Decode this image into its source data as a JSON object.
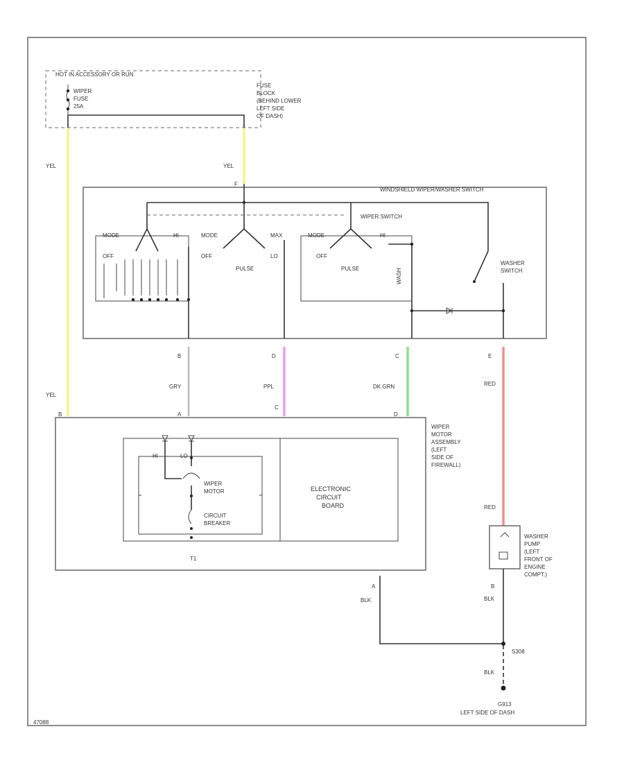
{
  "figure_id": "47088",
  "fuse_block": {
    "title": "HOT IN ACCESSORY OR RUN",
    "fuse_name": "WIPER",
    "fuse_word": "FUSE",
    "fuse_rating": "25A",
    "location": [
      "FUSE",
      "BLOCK",
      "(BEHIND LOWER",
      "LEFT SIDE",
      "OF DASH)"
    ]
  },
  "switch": {
    "title": "WINDSHIELD WIPER/WASHER SWITCH",
    "pin_top": "F",
    "wiper_switch": "WIPER SWITCH",
    "washer_switch": [
      "WASHER",
      "SWITCH"
    ],
    "labels": {
      "mode": "MODE",
      "hi": "HI",
      "off": "OFF",
      "pulse": "PULSE",
      "lo": "LO",
      "max": "MAX",
      "wash": "WASH"
    },
    "pins": [
      "B",
      "D",
      "C",
      "E"
    ]
  },
  "wires": {
    "yel": "YEL",
    "gry": "GRY",
    "ppl": "PPL",
    "dk_grn": "DK GRN",
    "red": "RED",
    "blk": "BLK",
    "colors": {
      "yel": "#f5f58a",
      "ppl": "#f09af0",
      "dk_grn": "#8ee08e",
      "red": "#f08f8f"
    }
  },
  "motor": {
    "location": [
      "WIPER",
      "MOTOR",
      "ASSEMBLY",
      "(LEFT",
      "SIDE OF",
      "FIREWALL)"
    ],
    "pins_top": [
      "B",
      "A",
      "C",
      "D"
    ],
    "hi": "HI",
    "lo": "LO",
    "wiper_motor": [
      "WIPER",
      "MOTOR"
    ],
    "circuit_breaker": [
      "CIRCUIT",
      "BREAKER"
    ],
    "board": [
      "ELECTRONIC",
      "CIRCUIT",
      "BOARD"
    ],
    "ref": "T1",
    "pin_bottom": "A"
  },
  "pump": {
    "location": [
      "WASHER",
      "PUMP",
      "(LEFT",
      "FRONT OF",
      "ENGINE",
      "COMPT.)"
    ],
    "pin_bottom": "B"
  },
  "ground": {
    "splice": "S308",
    "ground_id": "G913",
    "ground_location": "LEFT SIDE OF DASH"
  }
}
